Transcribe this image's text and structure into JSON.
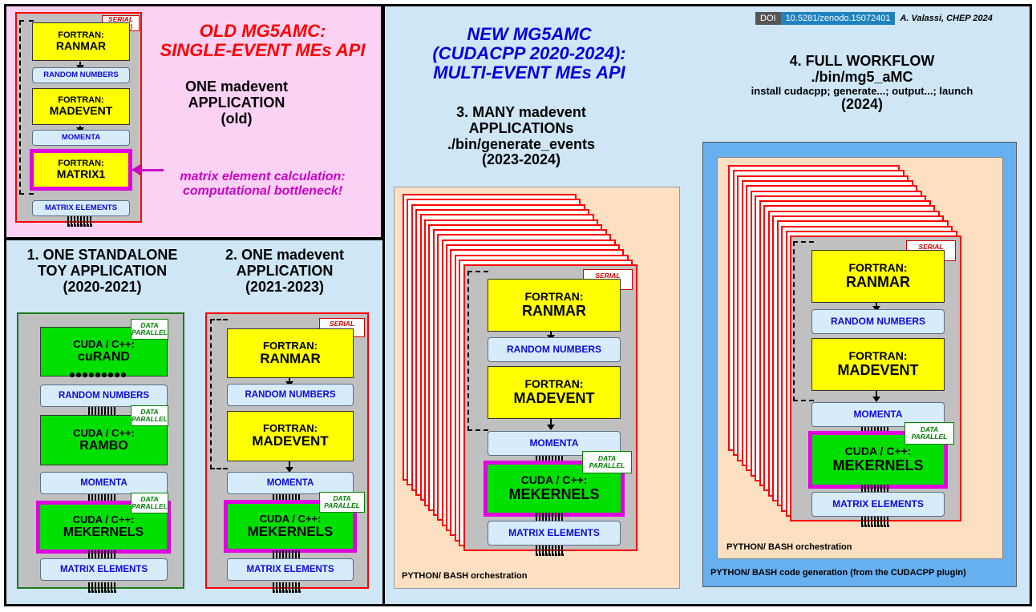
{
  "doi": {
    "label": "DOI",
    "value": "10.5281/zenodo.15072401",
    "author": "A. Valassi, CHEP 2024"
  },
  "old": {
    "title_line1": "OLD MG5AMC:",
    "title_line2": "SINGLE-EVENT MEs API",
    "subtitle_line1": "ONE madevent",
    "subtitle_line2": "APPLICATION",
    "subtitle_line3": "(old)",
    "annotation_line1": "matrix element calculation:",
    "annotation_line2": "computational bottleneck!"
  },
  "new": {
    "title_line1": "NEW MG5AMC",
    "title_line2": "(CUDACPP 2020-2024):",
    "title_line3": "MULTI-EVENT MEs API"
  },
  "panel1": {
    "line1": "1. ONE STANDALONE",
    "line2": "TOY APPLICATION",
    "line3": "(2020-2021)"
  },
  "panel2": {
    "line1": "2. ONE madevent",
    "line2": "APPLICATION",
    "line3": "(2021-2023)"
  },
  "panel3": {
    "line1": "3. MANY madevent",
    "line2": "APPLICATIONs",
    "line3": "./bin/generate_events",
    "line4": "(2023-2024)",
    "orchestration": "PYTHON/ BASH orchestration"
  },
  "panel4": {
    "line1": "4. FULL WORKFLOW",
    "line2": "./bin/mg5_aMC",
    "line3": "install cudacpp; generate...; output...; launch",
    "line4": "(2024)",
    "orchestration": "PYTHON/ BASH orchestration",
    "codegen": "PYTHON/ BASH code generation (from the CUDACPP plugin)"
  },
  "labels": {
    "fortran": "FORTRAN:",
    "cuda": "CUDA / C++:",
    "ranmar": "RANMAR",
    "madevent": "MADEVENT",
    "matrix1": "MATRIX1",
    "curand": "cuRAND",
    "rambo": "RAMBO",
    "mekernels": "MEKERNELS",
    "random_numbers": "RANDOM NUMBERS",
    "momenta": "MOMENTA",
    "matrix_elements": "MATRIX ELEMENTS",
    "serial": "SERIAL",
    "loop": "(LOOP)",
    "data": "DATA",
    "parallel": "PARALLEL"
  },
  "colors": {
    "old_title": "#ff0000",
    "new_title": "#0000dd",
    "annotation": "#cc00cc",
    "frame_bg": "#cfe6f7",
    "old_bg": "#fcd2f4",
    "orch_bg": "#fde0c2"
  }
}
